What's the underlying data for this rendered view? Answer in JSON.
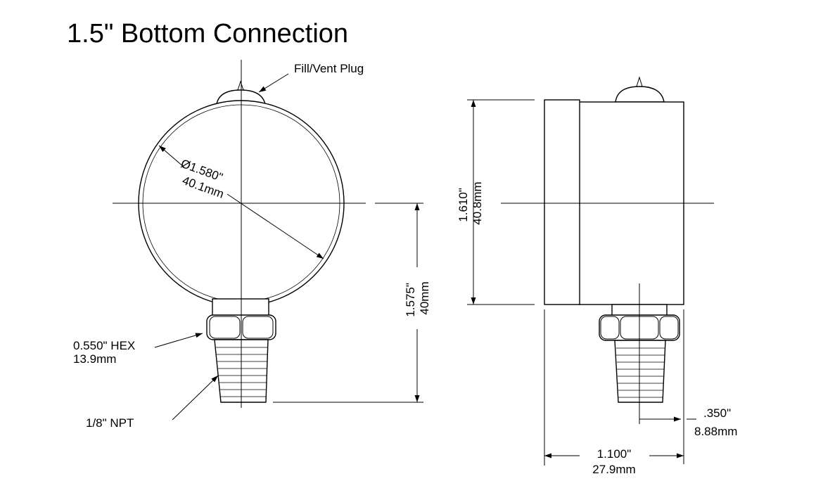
{
  "title": "1.5\" Bottom Connection",
  "labels": {
    "fill_vent_plug": "Fill/Vent Plug",
    "hex_in": "0.550\" HEX",
    "hex_mm": "13.9mm",
    "npt": "1/8\" NPT"
  },
  "dimensions": {
    "diameter_in": "Ø1.580\"",
    "diameter_mm": "40.1mm",
    "stem_height_in": "1.575\"",
    "stem_height_mm": "40mm",
    "case_height_in": "1.610\"",
    "case_height_mm": "40.8mm",
    "stem_offset_in": ".350\"",
    "stem_offset_mm": "8.88mm",
    "depth_in": "1.100\"",
    "depth_mm": "27.9mm"
  }
}
